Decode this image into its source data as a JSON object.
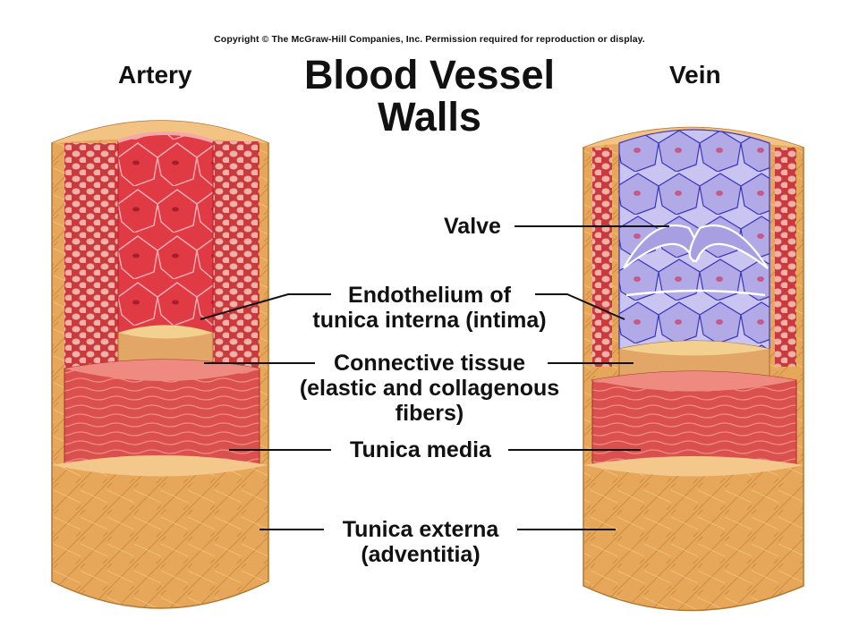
{
  "copyright": "Copyright © The McGraw-Hill Companies, Inc. Permission required for reproduction or display.",
  "title_line1": "Blood Vessel",
  "title_line2": "Walls",
  "artery_label": "Artery",
  "vein_label": "Vein",
  "labels": {
    "valve": "Valve",
    "endothelium_line1": "Endothelium of",
    "endothelium_line2": "tunica interna (intima)",
    "connective_line1": "Connective tissue",
    "connective_line2": "(elastic and collagenous",
    "connective_line3": "fibers)",
    "media": "Tunica media",
    "externa_line1": "Tunica externa",
    "externa_line2": "(adventitia)"
  },
  "colors": {
    "externa": "#e6a75a",
    "media": "#d9504e",
    "artery_intima": "#e03a44",
    "vein_intima": "#8a7fd6"
  }
}
